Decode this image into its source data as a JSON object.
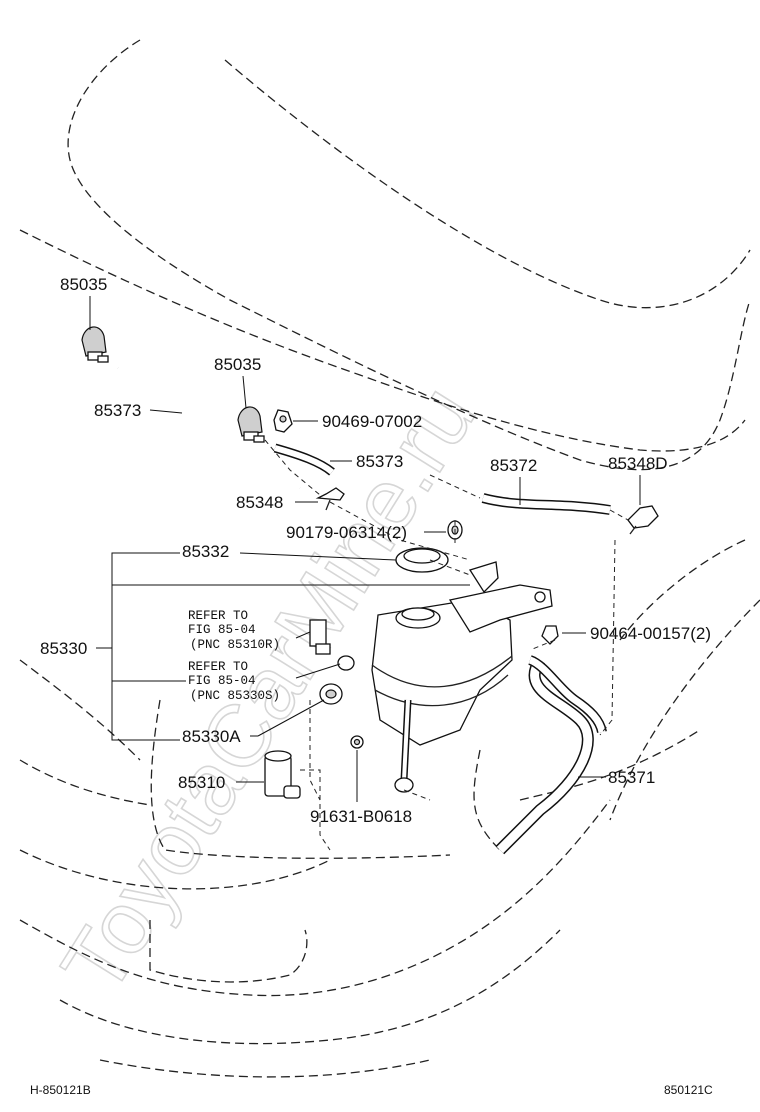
{
  "watermark": "ToyotaCarMine.ru",
  "callouts": {
    "nozzle_left": "85035",
    "nozzle_center": "85035",
    "hose_left": "85373",
    "clip_small": "90469-07002",
    "hose_short": "85373",
    "hose_right": "85372",
    "joint_right": "85348D",
    "joint_left": "85348",
    "grommet": "90179-06314(2)",
    "cap": "85332",
    "jar_assy": "85330",
    "clip_jar": "90464-00157(2)",
    "grommet_pump": "85330A",
    "pump": "85310",
    "bolt": "91631-B0618",
    "inlet_hose": "85371"
  },
  "refer_notes": [
    {
      "line1": "REFER TO",
      "line2": "FIG 85-04",
      "line3": "(PNC 85310R)"
    },
    {
      "line1": "REFER TO",
      "line2": "FIG 85-04",
      "line3": "(PNC 85330S)"
    }
  ],
  "footer": {
    "left_code": "H-850121B",
    "right_code": "850121C"
  }
}
